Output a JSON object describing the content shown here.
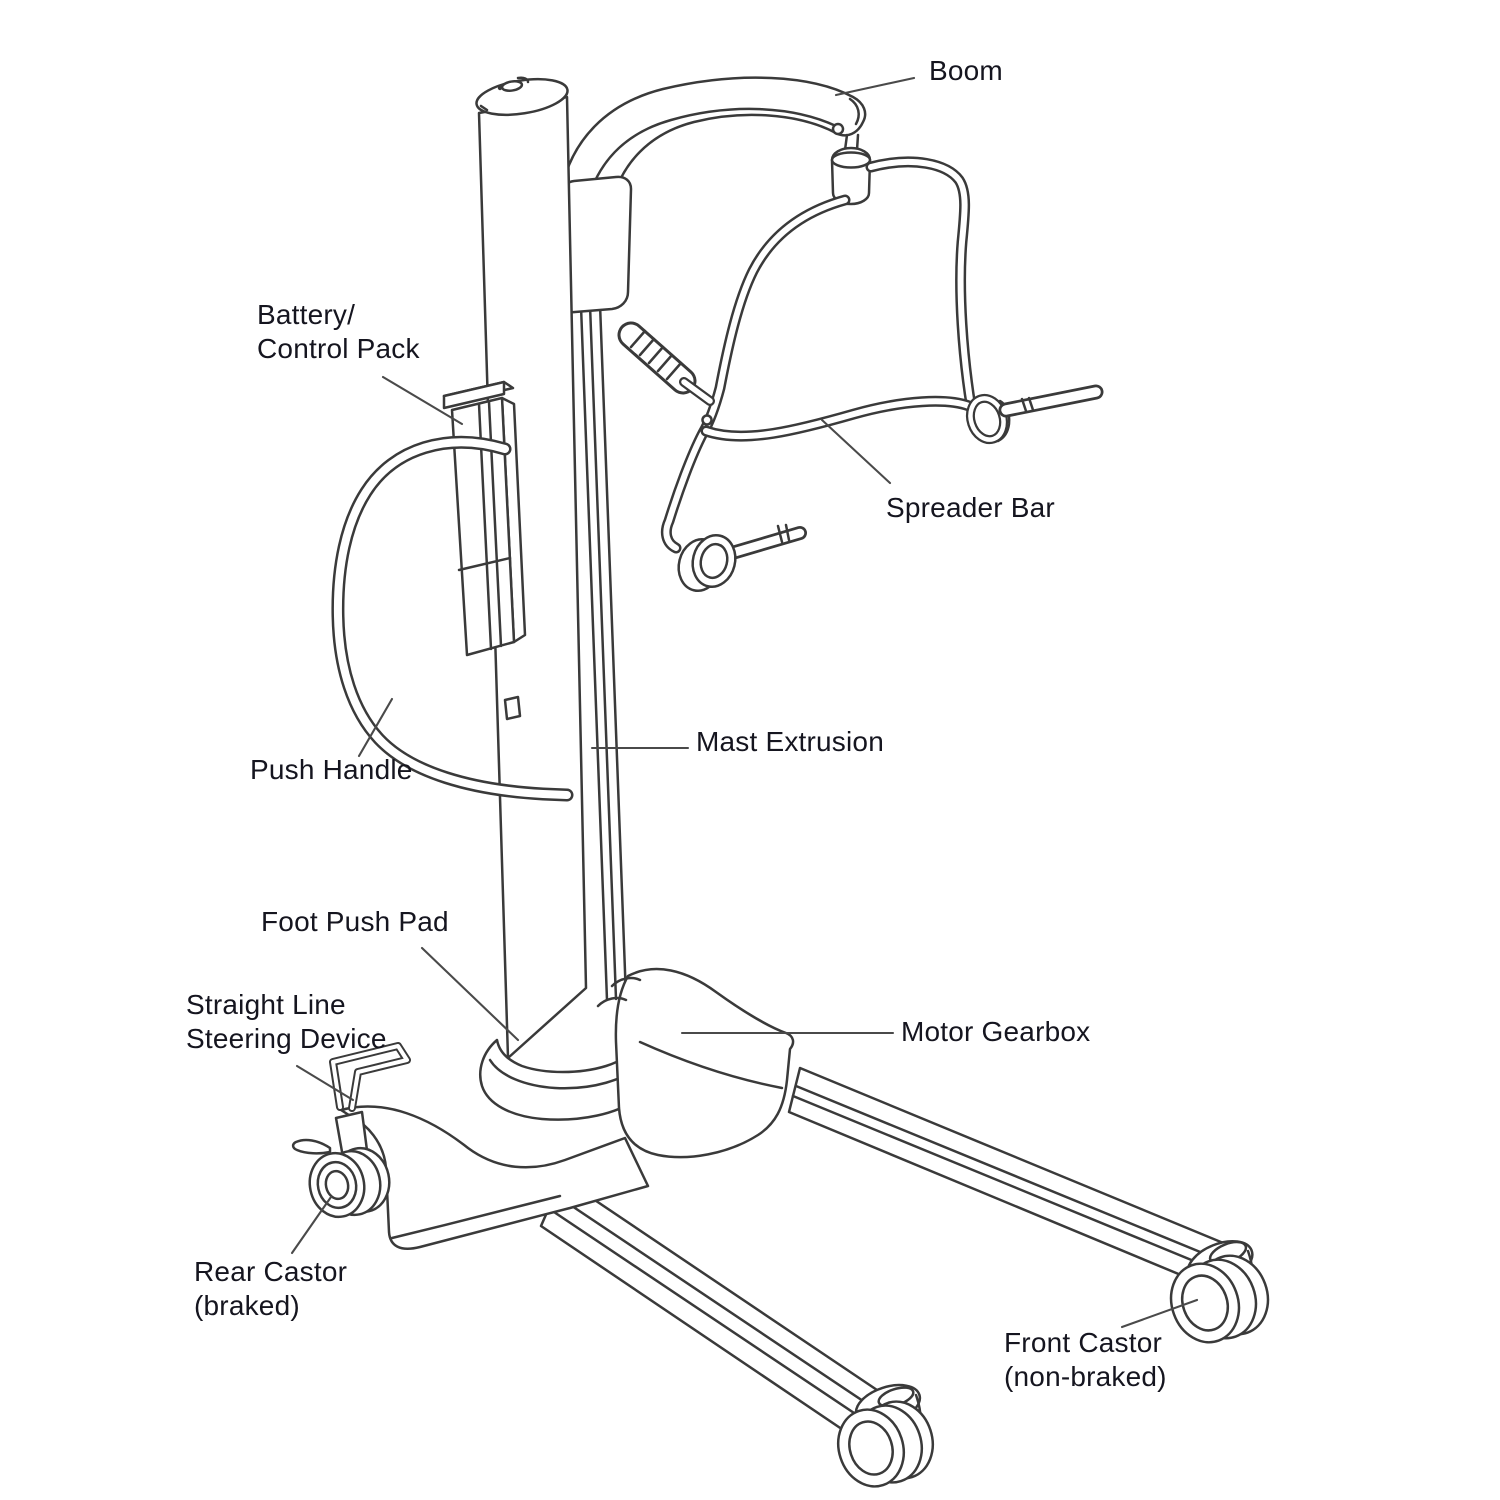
{
  "figure": {
    "type": "labeled-technical-line-drawing",
    "subject": "Mobile patient hoist / lifter parts diagram",
    "colors": {
      "background": "#ffffff",
      "line": "#3a3a3a",
      "leader_line": "#4a4a4a",
      "text": "#15151f"
    },
    "labels": {
      "boom": "Boom",
      "battery_line1": "Battery/",
      "battery_line2": "Control Pack",
      "spreader_bar": "Spreader Bar",
      "mast_extrusion": "Mast Extrusion",
      "push_handle": "Push Handle",
      "foot_push_pad": "Foot Push Pad",
      "steering_line1": "Straight Line",
      "steering_line2": "Steering Device",
      "motor_gearbox": "Motor Gearbox",
      "rear_castor_line1": "Rear Castor",
      "rear_castor_line2": "(braked)",
      "front_castor_line1": "Front Castor",
      "front_castor_line2": "(non-braked)"
    }
  }
}
